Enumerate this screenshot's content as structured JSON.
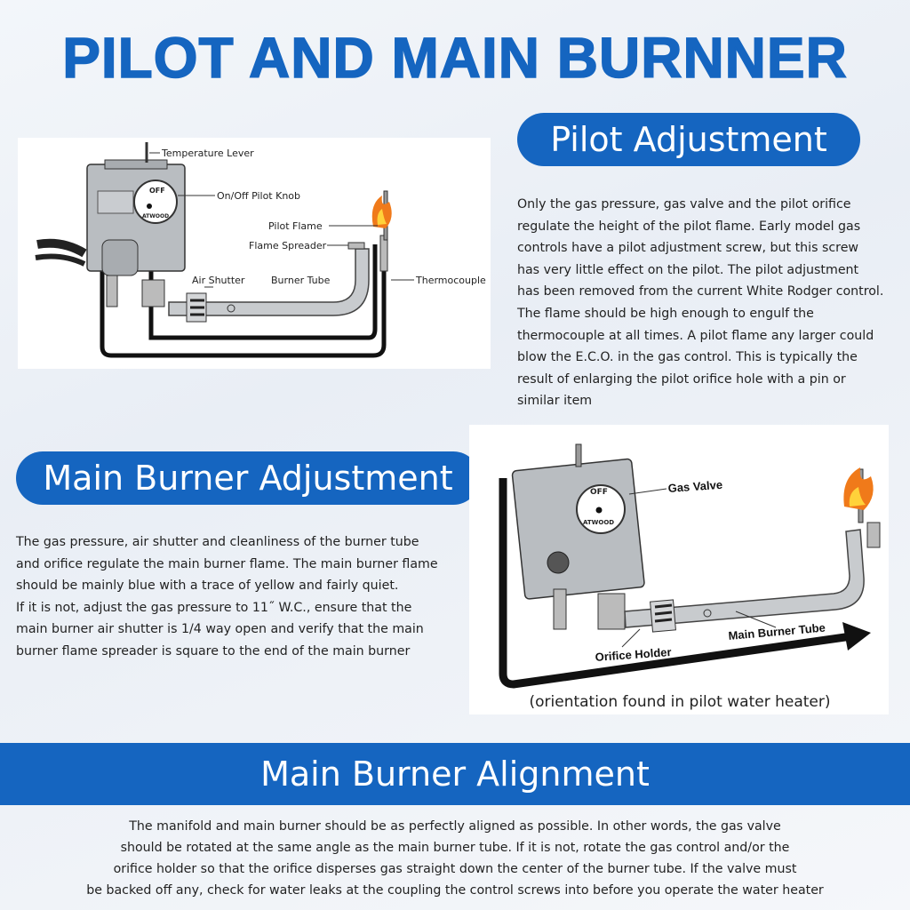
{
  "title": "PILOT AND MAIN BURNNER",
  "pilot": {
    "heading": "Pilot Adjustment",
    "text": "Only the gas pressure, gas valve and the pilot orifice\nregulate the height of the pilot flame. Early model gas\ncontrols have a pilot adjustment screw, but this screw\nhas very little effect on the pilot. The pilot adjustment\nhas been removed from the current White Rodger control.\nThe flame should be high enough to engulf the\nthermocouple at all times. A pilot flame any larger could\nblow the E.C.O. in the gas control. This is typically the\nresult of enlarging the pilot orifice hole with a pin or\nsimilar item",
    "diagram": {
      "labels": {
        "temperature_lever": "Temperature Lever",
        "knob": "On/Off Pilot Knob",
        "pilot_flame": "Pilot Flame",
        "flame_spreader": "Flame Spreader",
        "air_shutter": "Air Shutter",
        "burner_tube": "Burner Tube",
        "thermocouple": "Thermocouple"
      },
      "knob_off": "OFF",
      "brand": "ATWOOD"
    }
  },
  "main": {
    "heading": "Main Burner Adjustment",
    "text": "The gas pressure, air shutter and cleanliness of the burner tube\nand orifice regulate the main burner flame. The main burner flame\nshould be mainly blue with a trace of yellow and fairly quiet.\nIf it is not, adjust the gas pressure to 11˝ W.C., ensure that the\nmain burner air shutter is 1/4 way open and verify that the main\nburner flame spreader is square to the end of the main burner",
    "diagram": {
      "labels": {
        "gas_valve": "Gas Valve",
        "orifice_holder": "Orifice Holder",
        "main_burner_tube": "Main Burner Tube"
      },
      "knob_off": "OFF",
      "brand": "ATWOOD",
      "caption": "(orientation found in pilot water heater)"
    }
  },
  "alignment": {
    "heading": "Main Burner Alignment",
    "text": "The manifold and main burner should be as perfectly aligned as possible. In other words, the gas valve\nshould be rotated at the same angle as the main burner tube. If it is not, rotate the gas control and/or the\norifice holder so that the orifice disperses gas straight down the center of the burner tube. If the valve must\nbe backed off any, check for water leaks at the coupling the control screws into before you operate the water heater"
  },
  "colors": {
    "brand_blue": "#1565c0",
    "flame_orange": "#f07a1a",
    "metal_gray": "#b8bcc0"
  }
}
